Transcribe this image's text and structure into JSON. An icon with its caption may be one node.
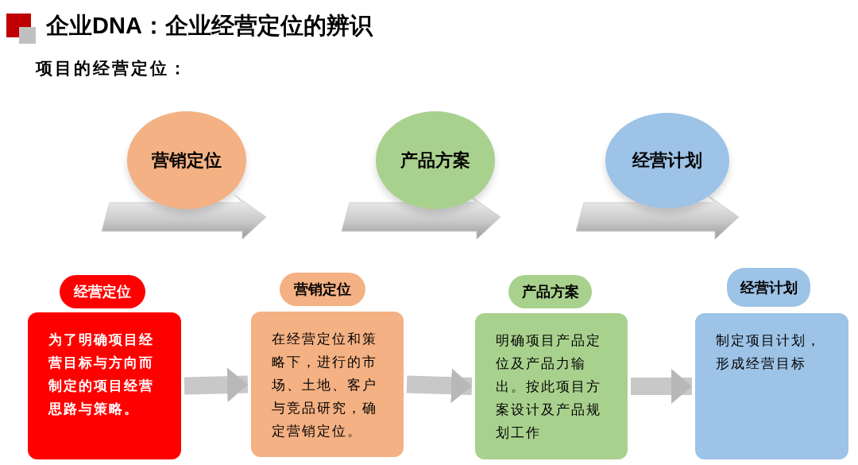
{
  "diagram": {
    "title": "企业DNA：企业经营定位的辨识",
    "nodes": [
      {
        "text": [
          "营销定位"
        ]
      },
      {
        "text": [
          "产品方案"
        ]
      },
      {
        "text": [
          "经营计划"
        ]
      },
      {
        "text": [
          "经营定位",
          "为了明确项目经营目标与方向而制定的项目经营思路与策略。"
        ]
      },
      {
        "text": [
          "营销定位",
          "在经营定位和策略下，进行的市场、土地、客户与竞品研究，确定营销定位。"
        ]
      },
      {
        "text": [
          "产品方案",
          "明确项目产品定位及产品力输出。按此项目方案设计及产品规划工作"
        ]
      },
      {
        "text": [
          "经营计划",
          "制定项目计划，形成经营目标"
        ]
      }
    ],
    "edges": [
      {
        "from": 3,
        "to": 4,
        "arrow": "to"
      },
      {
        "from": 4,
        "to": 5,
        "arrow": "to"
      },
      {
        "from": 5,
        "to": 6,
        "arrow": "to"
      }
    ],
    "labels": [
      "项目的经营定位："
    ]
  }
}
